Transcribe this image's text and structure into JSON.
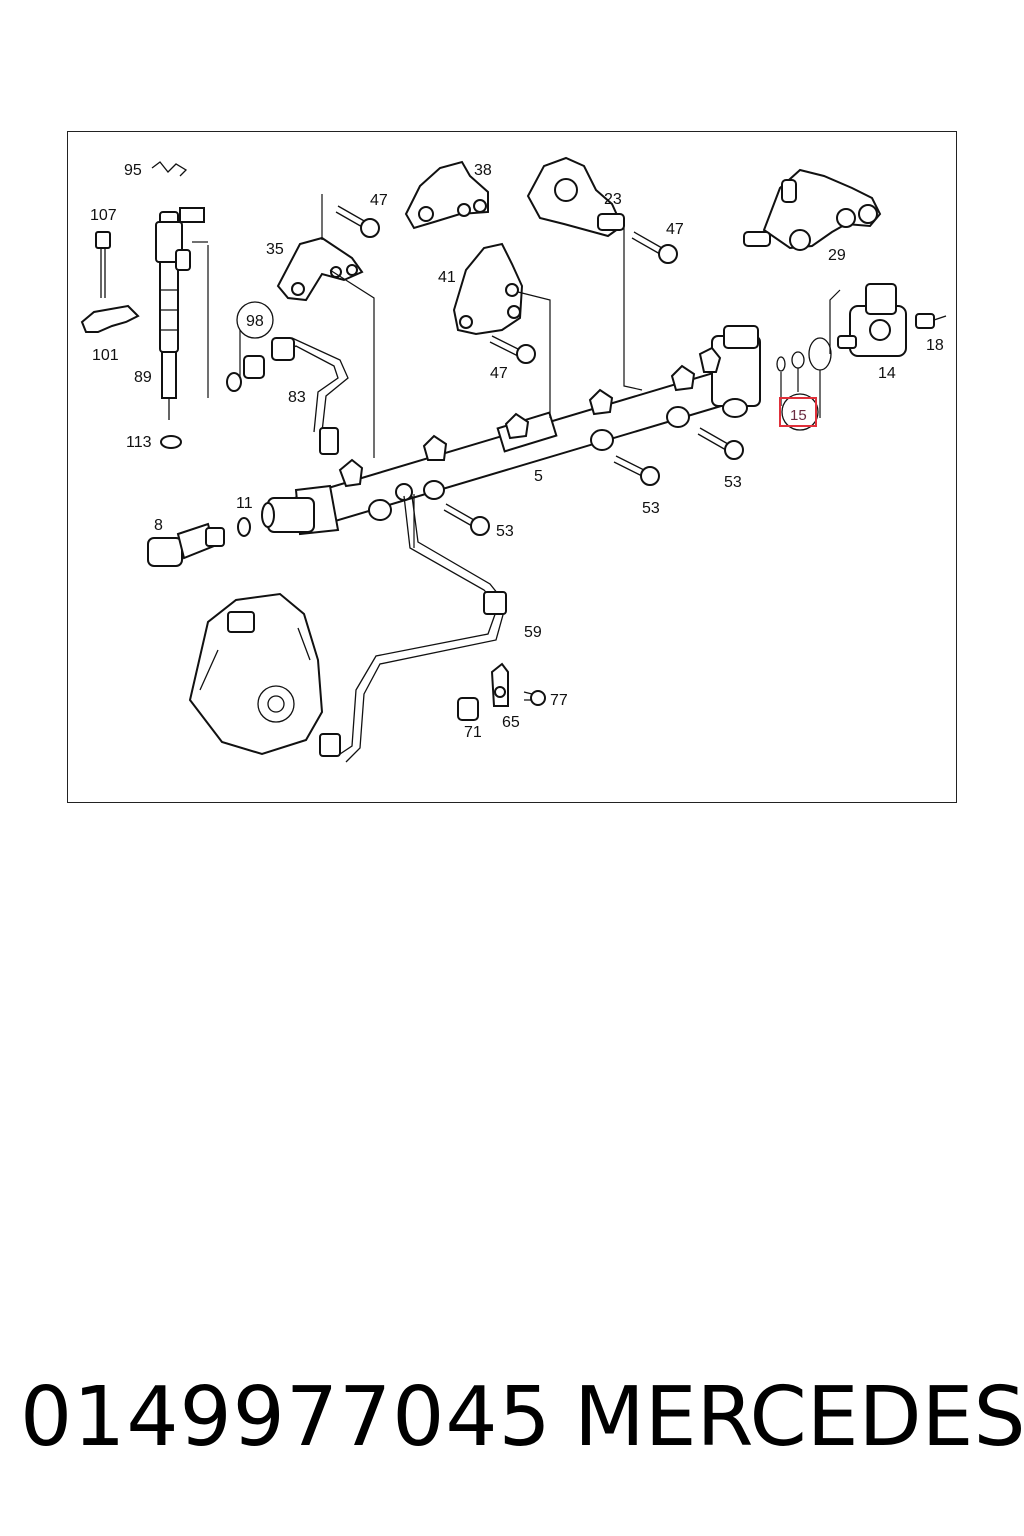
{
  "diagram": {
    "callouts": {
      "c95": "95",
      "c107": "107",
      "c101": "101",
      "c89": "89",
      "c113": "113",
      "c98": "98",
      "c83": "83",
      "c35": "35",
      "c47a": "47",
      "c38": "38",
      "c41": "41",
      "c47b": "47",
      "c23": "23",
      "c47c": "47",
      "c29": "29",
      "c18": "18",
      "c14": "14",
      "c15": "15",
      "c5": "5",
      "c53a": "53",
      "c53b": "53",
      "c53c": "53",
      "c8": "8",
      "c11": "11",
      "c59": "59",
      "c77": "77",
      "c71": "71",
      "c65": "65"
    },
    "highlight_color": "#e0303a"
  },
  "footer": {
    "part_number": "0149977045",
    "brand": "MERCEDES"
  }
}
